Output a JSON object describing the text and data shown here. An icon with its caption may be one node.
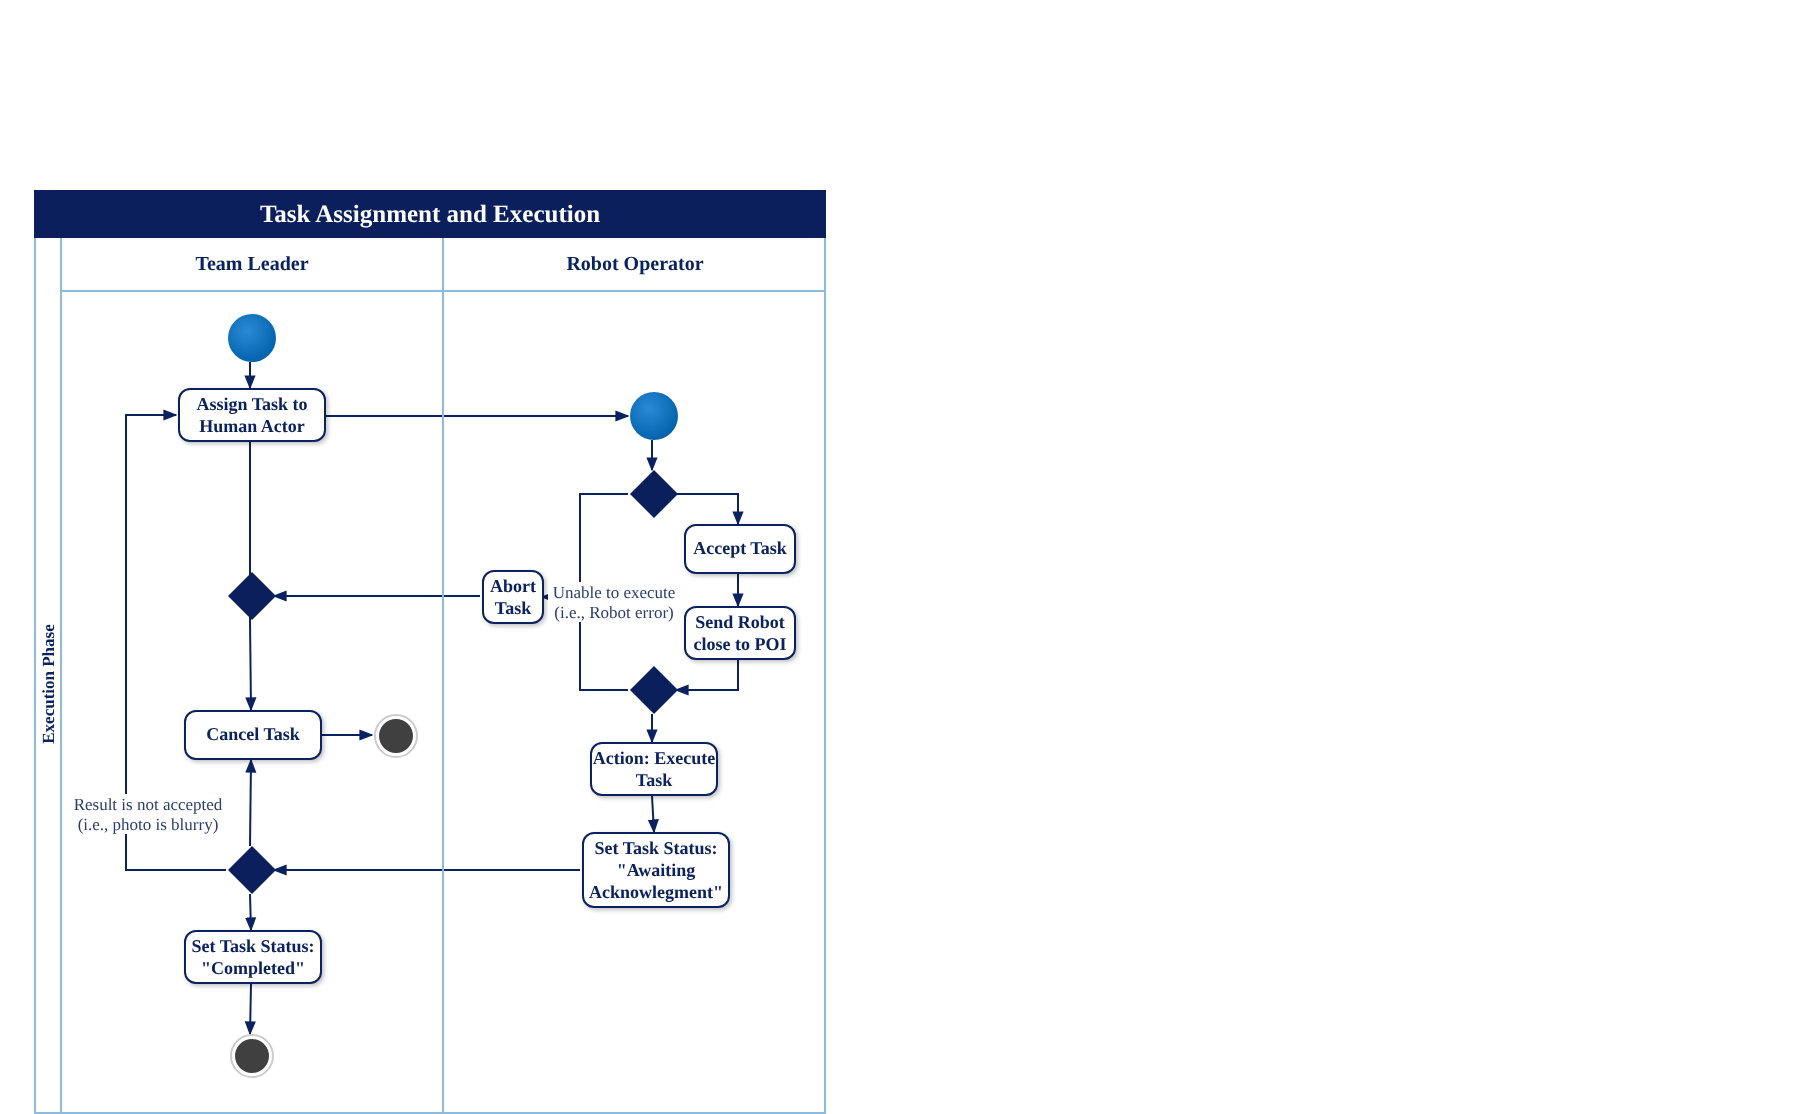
{
  "diagram": {
    "title": "Task Assignment and Execution",
    "nodes": [
      {
        "text": [
          "Team Leader"
        ]
      },
      {
        "text": [
          "Robot Operator"
        ]
      },
      {
        "text": [],
        "shape": "circle",
        "in": 0
      },
      {
        "text": [
          "Assign Task to Human Actor"
        ],
        "in": 0
      },
      {
        "text": [],
        "shape": "diamond",
        "in": 0
      },
      {
        "text": [
          "Cancel Task"
        ],
        "in": 0
      },
      {
        "text": [],
        "shape": "circle",
        "in": 0
      },
      {
        "text": [],
        "shape": "diamond",
        "in": 0
      },
      {
        "text": [
          "Set Task Status: \"Completed\""
        ],
        "in": 0
      },
      {
        "text": [],
        "shape": "circle",
        "in": 0
      },
      {
        "text": [],
        "shape": "circle",
        "in": 1
      },
      {
        "text": [],
        "shape": "diamond",
        "in": 1
      },
      {
        "text": [
          "Accept Task"
        ],
        "in": 1
      },
      {
        "text": [
          "Abort Task"
        ],
        "in": 1
      },
      {
        "text": [
          "Send Robot close to POI"
        ],
        "in": 1
      },
      {
        "text": [],
        "shape": "diamond",
        "in": 1
      },
      {
        "text": [
          "Action: Execute Task"
        ],
        "in": 1
      },
      {
        "text": [
          "Set Task Status: \"Awaiting Acknowlegment\""
        ],
        "in": 1
      }
    ],
    "edges": [
      {
        "from": 2,
        "to": 3,
        "arrow": "to"
      },
      {
        "from": 3,
        "to": 10,
        "arrow": "to"
      },
      {
        "from": 10,
        "to": 11,
        "arrow": "to"
      },
      {
        "from": 11,
        "to": 12,
        "arrow": "to"
      },
      {
        "from": 11,
        "to": 13,
        "arrow": "to",
        "label": "Unable to execute (i.e., Robot error)"
      },
      {
        "from": 11,
        "to": 15,
        "arrow": "none"
      },
      {
        "from": 12,
        "to": 14,
        "arrow": "to"
      },
      {
        "from": 14,
        "to": 15,
        "arrow": "to"
      },
      {
        "from": 15,
        "to": 16,
        "arrow": "to"
      },
      {
        "from": 16,
        "to": 17,
        "arrow": "to"
      },
      {
        "from": 17,
        "to": 7,
        "arrow": "to"
      },
      {
        "from": 13,
        "to": 4,
        "arrow": "to"
      },
      {
        "from": 4,
        "to": 3,
        "arrow": "to"
      },
      {
        "from": 4,
        "to": 5,
        "arrow": "to"
      },
      {
        "from": 5,
        "to": 6,
        "arrow": "to"
      },
      {
        "from": 7,
        "to": 5,
        "arrow": "to"
      },
      {
        "from": 7,
        "to": 8,
        "arrow": "to"
      },
      {
        "from": 8,
        "to": 9,
        "arrow": "to"
      },
      {
        "from": 7,
        "to": 3,
        "arrow": "to",
        "label": "Result is not accepted (i.e., photo is blurry)"
      }
    ],
    "labels": [
      "Execution Phase"
    ]
  }
}
